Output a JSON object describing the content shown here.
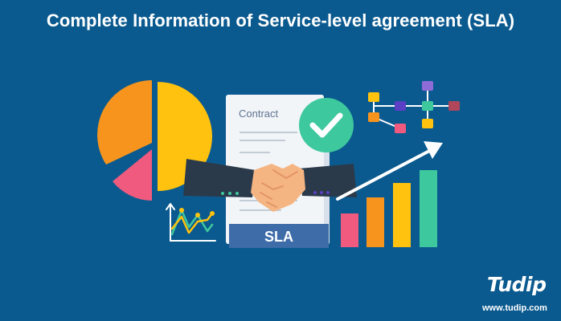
{
  "header": {
    "title": "Complete Information of Service-level agreement (SLA)"
  },
  "illustration": {
    "document_heading": "Contract",
    "banner_label": "SLA",
    "icons": [
      "pie-chart-icon",
      "line-chart-icon",
      "contract-document-icon",
      "checkmark-icon",
      "handshake-icon",
      "network-diagram-icon",
      "bar-chart-icon",
      "trend-arrow-icon"
    ]
  },
  "branding": {
    "logo_text": "Tudip",
    "website": "www.tudip.com"
  },
  "colors": {
    "background": "#0b5a8f",
    "orange": "#f7941d",
    "yellow": "#ffc20e",
    "pink": "#f05a7e",
    "teal": "#3ec89e",
    "purple": "#5b3fc4",
    "navy_banner": "#3d6ca8"
  }
}
